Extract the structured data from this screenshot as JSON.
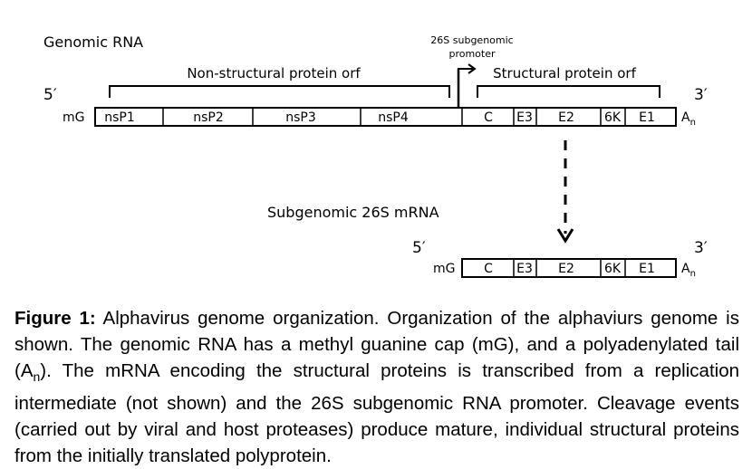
{
  "genomic": {
    "title": "Genomic RNA",
    "five_prime": "5′",
    "three_prime": "3′",
    "cap": "mG",
    "tail": "A",
    "tail_sub": "n",
    "nonstructural_label": "Non-structural protein orf",
    "structural_label": "Structural protein orf",
    "promoter_label_1": "26S subgenomic",
    "promoter_label_2": "promoter",
    "segments": [
      "nsP1",
      "nsP2",
      "nsP3",
      "nsP4",
      "C",
      "E3",
      "E2",
      "6K",
      "E1"
    ]
  },
  "subgenomic": {
    "title": "Subgenomic 26S mRNA",
    "five_prime": "5′",
    "three_prime": "3′",
    "cap": "mG",
    "tail": "A",
    "tail_sub": "n",
    "segments": [
      "C",
      "E3",
      "E2",
      "6K",
      "E1"
    ]
  },
  "caption": {
    "lead": "Figure 1:",
    "text_1": " Alphavirus genome organization. Organization of the alphaviurs genome is shown. The genomic RNA has a methyl guanine cap (mG), and a polyadenylated tail (A",
    "sub": "n",
    "text_2": "). The mRNA encoding the structural proteins is transcribed from a replication intermediate (not shown) and the 26S subgenomic RNA promoter. Cleavage events (carried out by viral and host proteases) produce mature, individual structural proteins from the initially translated polyprotein."
  }
}
